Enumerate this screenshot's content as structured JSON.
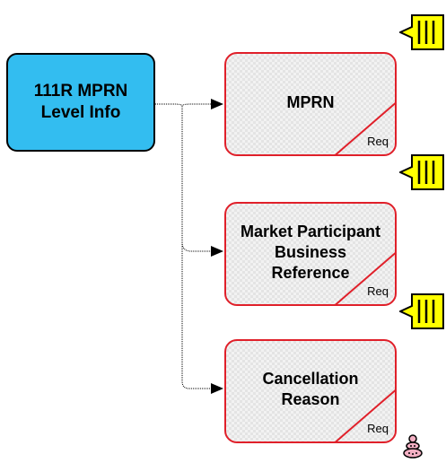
{
  "root": {
    "label_line1": "111R MPRN",
    "label_line2": "Level Info"
  },
  "children": [
    {
      "lines": [
        "MPRN"
      ],
      "badge": "Req"
    },
    {
      "lines": [
        "Market Participant",
        "Business",
        "Reference"
      ],
      "badge": "Req"
    },
    {
      "lines": [
        "Cancellation",
        "Reason"
      ],
      "badge": "Req"
    }
  ],
  "colors": {
    "root_fill": "#33bdf0",
    "child_border": "#e0202a",
    "child_fill": "#f2f2f2",
    "note_fill": "#ffff00"
  },
  "icons": [
    "annotation-note-icon",
    "annotation-note-icon",
    "annotation-note-icon",
    "stacked-figure-icon"
  ]
}
